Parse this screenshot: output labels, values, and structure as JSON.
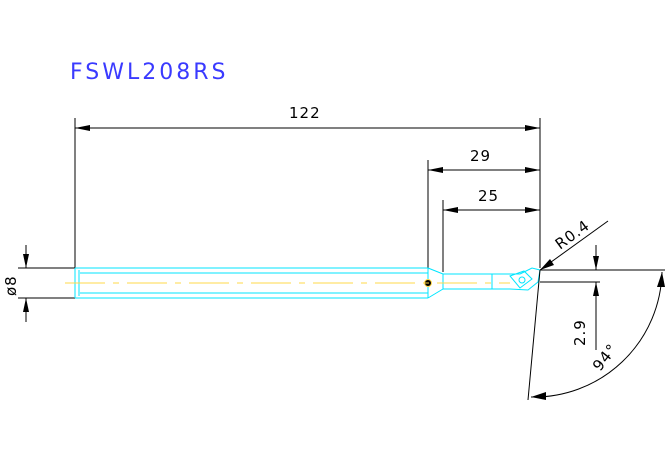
{
  "title": "FSWL208RS",
  "dimensions": {
    "overall_length": "122",
    "head_length": "29",
    "neck_length": "25",
    "nose_radius": "R0.4",
    "shank_diameter": "ø8",
    "offset": "2.9",
    "angle": "94°"
  },
  "colors": {
    "title": "#3a3aff",
    "tool_outline": "#00e5ff",
    "centerline": "#ffd84a",
    "dimension": "#000000"
  }
}
